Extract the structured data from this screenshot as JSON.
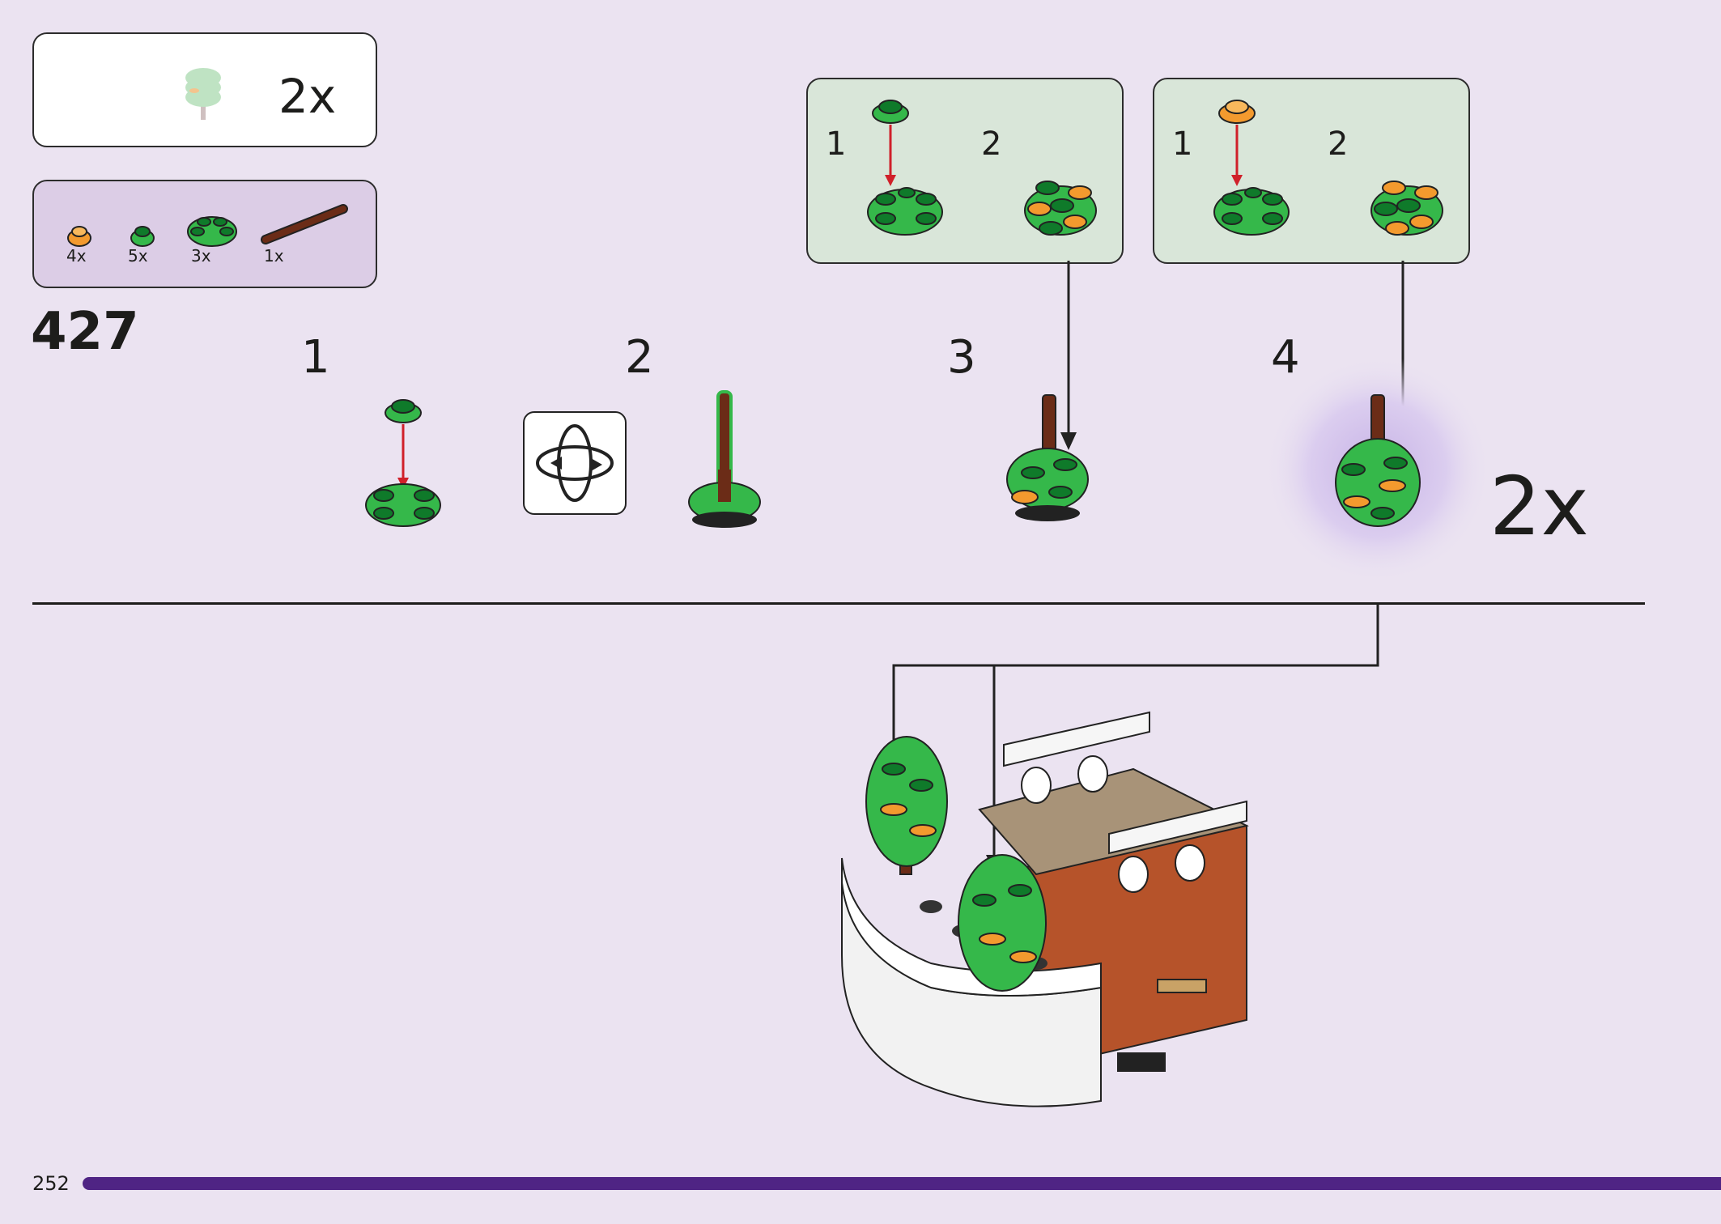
{
  "header_box": {
    "multiplier": "2x"
  },
  "parts_list": {
    "items": [
      {
        "name": "orange-round-plate",
        "qty": "4x"
      },
      {
        "name": "green-round-plate",
        "qty": "5x"
      },
      {
        "name": "green-round-plate-2x2",
        "qty": "3x"
      },
      {
        "name": "brown-bar",
        "qty": "1x"
      }
    ]
  },
  "step": {
    "number": "427"
  },
  "substeps": [
    {
      "label": "1"
    },
    {
      "label": "2"
    },
    {
      "label": "3"
    },
    {
      "label": "4"
    }
  ],
  "callouts": [
    {
      "steps": [
        "1",
        "2"
      ]
    },
    {
      "steps": [
        "1",
        "2"
      ]
    }
  ],
  "final_multiplier": "2x",
  "page_number": "252",
  "colors": {
    "background": "#ebe3f1",
    "callout_bg": "#d9e6d9",
    "parts_bg": "#dccde6",
    "green": "#35b84a",
    "dark_green": "#0f7a2a",
    "orange": "#f39a2e",
    "brown": "#6b2c17",
    "progress_bar": "#4f2484",
    "arrow_red": "#d0202a"
  },
  "icons": [
    "rotate-model-icon"
  ]
}
